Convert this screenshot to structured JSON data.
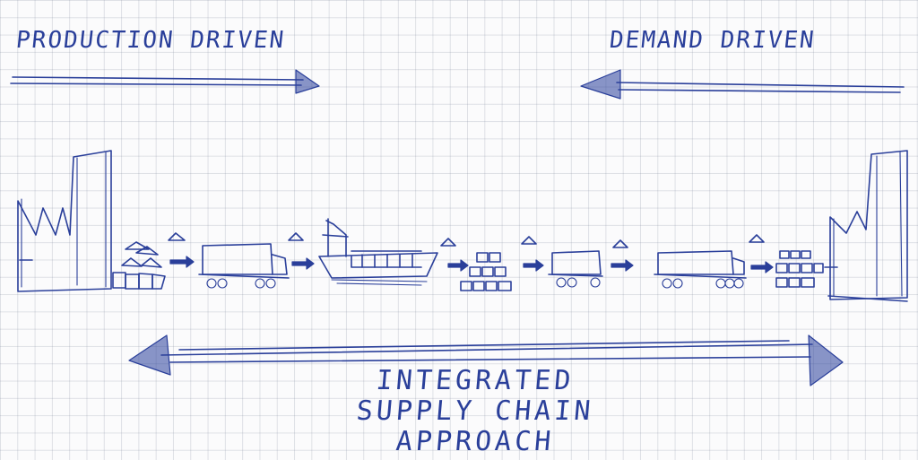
{
  "labels": {
    "top_left": "PRODUCTION DRIVEN",
    "top_right": "DEMAND DRIVEN",
    "bottom_line1": "INTEGRATED",
    "bottom_line2": "SUPPLY CHAIN",
    "bottom_line3": "APPROACH"
  },
  "colors": {
    "ink": "#2a3f9a",
    "paper": "#fbfbfc",
    "grid": "#c9cdd6"
  }
}
